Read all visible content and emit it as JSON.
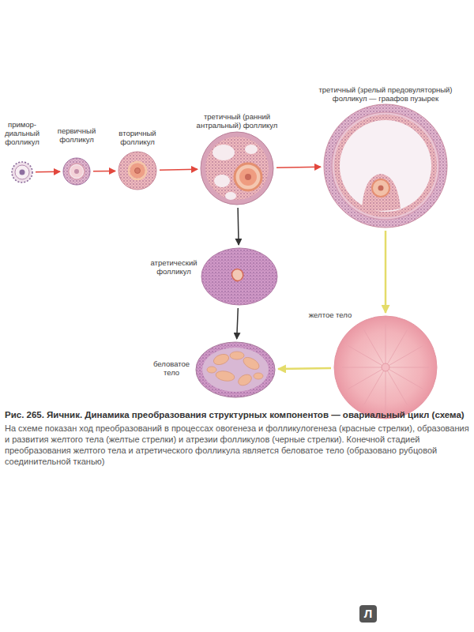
{
  "diagram": {
    "caption": "Рис. 265. Яичник. Динамика преобразования структурных компонентов — овариальный цикл (схема)",
    "nodes": [
      {
        "text": [
          "примор- диальный фолликул"
        ]
      },
      {
        "text": [
          "первичный фолликул"
        ]
      },
      {
        "text": [
          "вторичный фолликул"
        ]
      },
      {
        "text": [
          "третичный (ранний антральный) фолликул"
        ]
      },
      {
        "text": [
          "третичный (зрелый предовуляторный) фолликул — граафов пузырек"
        ]
      },
      {
        "text": [
          "атретический фолликул"
        ]
      },
      {
        "text": [
          "желтое тело"
        ]
      },
      {
        "text": [
          "беловатое тело"
        ]
      }
    ],
    "edges": [
      {
        "from": 0,
        "to": 1,
        "arrow": "to"
      },
      {
        "from": 1,
        "to": 2,
        "arrow": "to"
      },
      {
        "from": 2,
        "to": 3,
        "arrow": "to"
      },
      {
        "from": 3,
        "to": 4,
        "arrow": "to"
      },
      {
        "from": 3,
        "to": 5,
        "arrow": "to"
      },
      {
        "from": 5,
        "to": 7,
        "arrow": "to"
      },
      {
        "from": 4,
        "to": 6,
        "arrow": "to"
      },
      {
        "from": 6,
        "to": 7,
        "arrow": "to"
      }
    ],
    "labels": [
      "На схеме показан ход преобразований в процессах овогенеза и фолликулогенеза (красные стрелки), образования и развития желтого тела (желтые стрелки) и атрезии фолликулов (черные стрелки). Конечной стадией преобразования желтого тела и атретического фолликула является беловатое тело (образовано рубцовой соединительной тканью)",
      "Л"
    ]
  }
}
